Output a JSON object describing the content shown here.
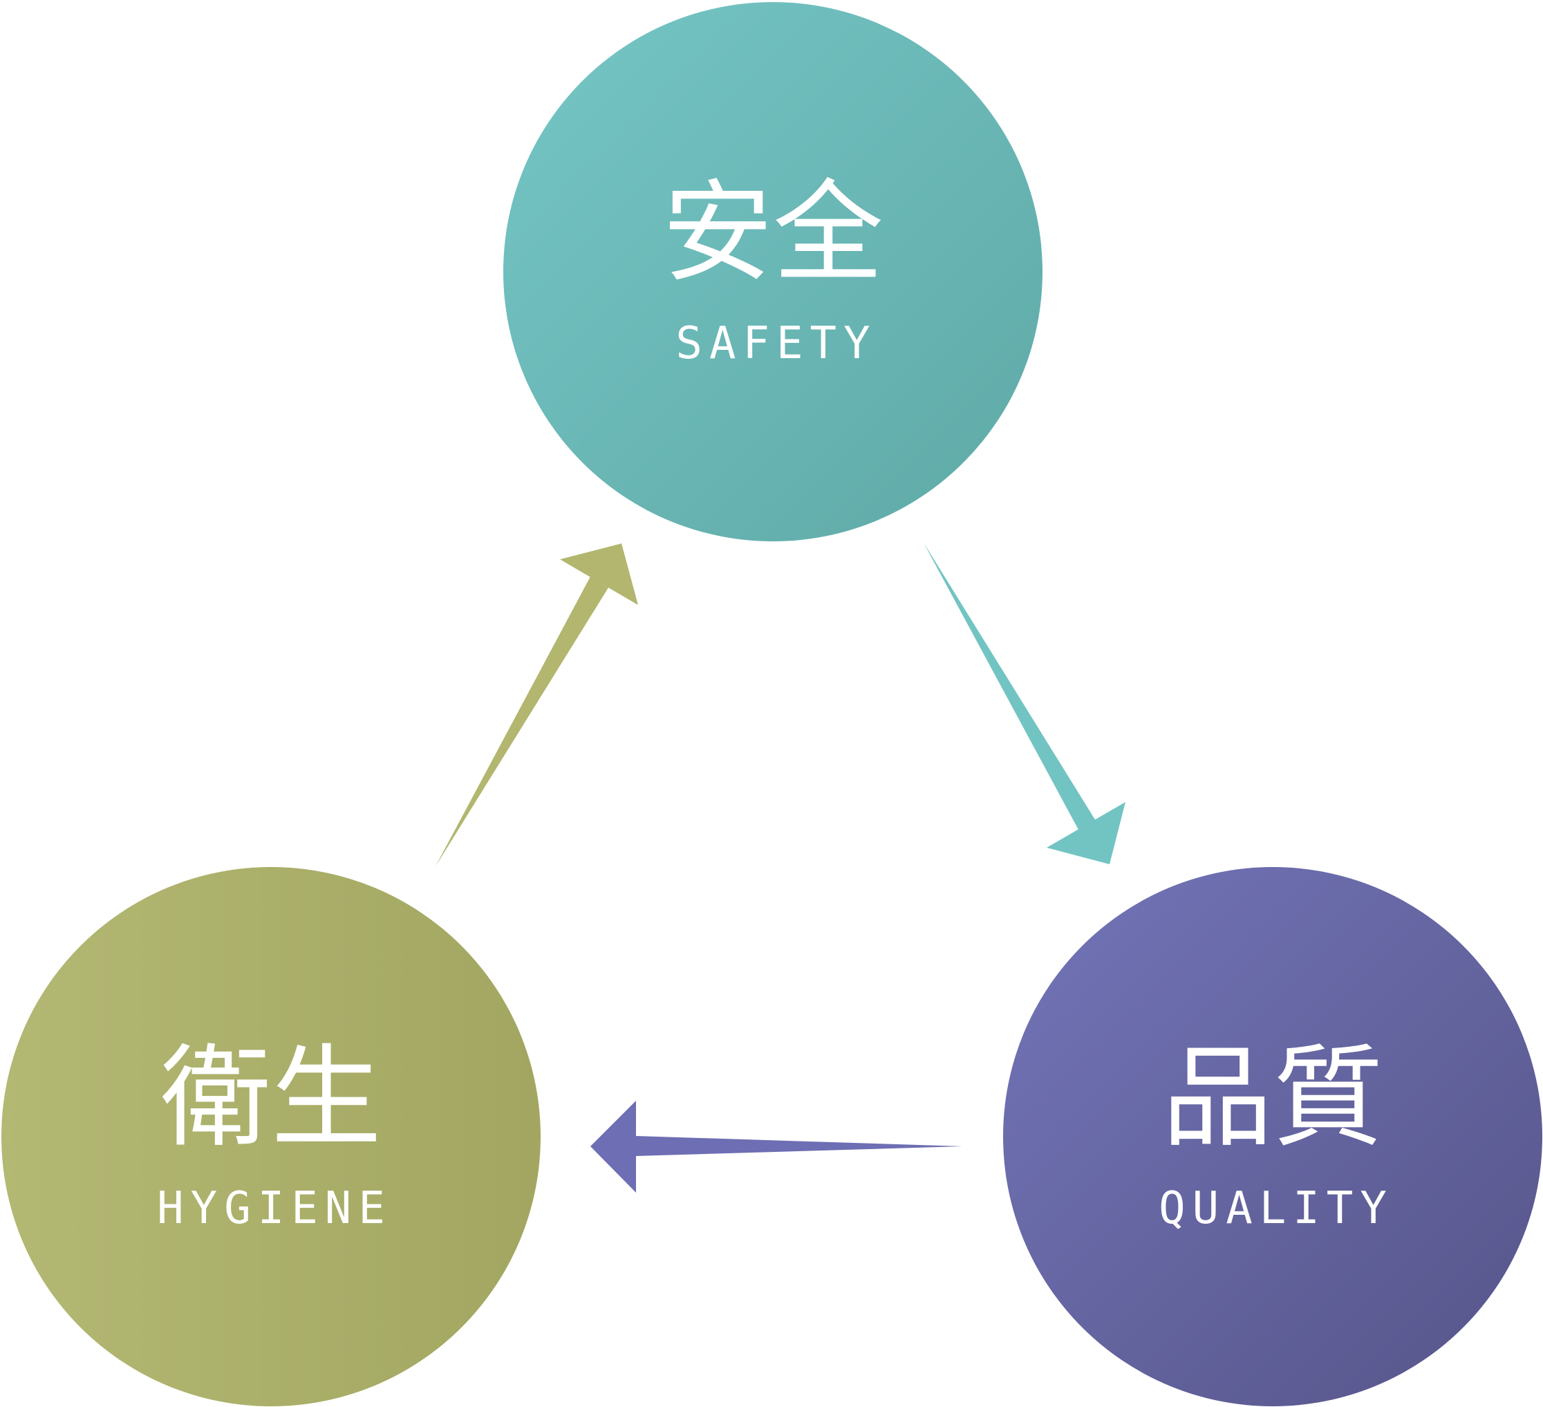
{
  "nodes": {
    "safety": {
      "kanji": "安全",
      "label": "SAFETY",
      "color": "#6bbab7"
    },
    "quality": {
      "kanji": "品質",
      "label": "QUALITY",
      "color": "#63629f"
    },
    "hygiene": {
      "kanji": "衛生",
      "label": "HYGIENE",
      "color": "#aab16a"
    }
  },
  "arrows": [
    {
      "from": "safety",
      "to": "quality",
      "color": "#72c4c3"
    },
    {
      "from": "quality",
      "to": "hygiene",
      "color": "#6d6eb3"
    },
    {
      "from": "hygiene",
      "to": "safety",
      "color": "#b2b66f"
    }
  ]
}
